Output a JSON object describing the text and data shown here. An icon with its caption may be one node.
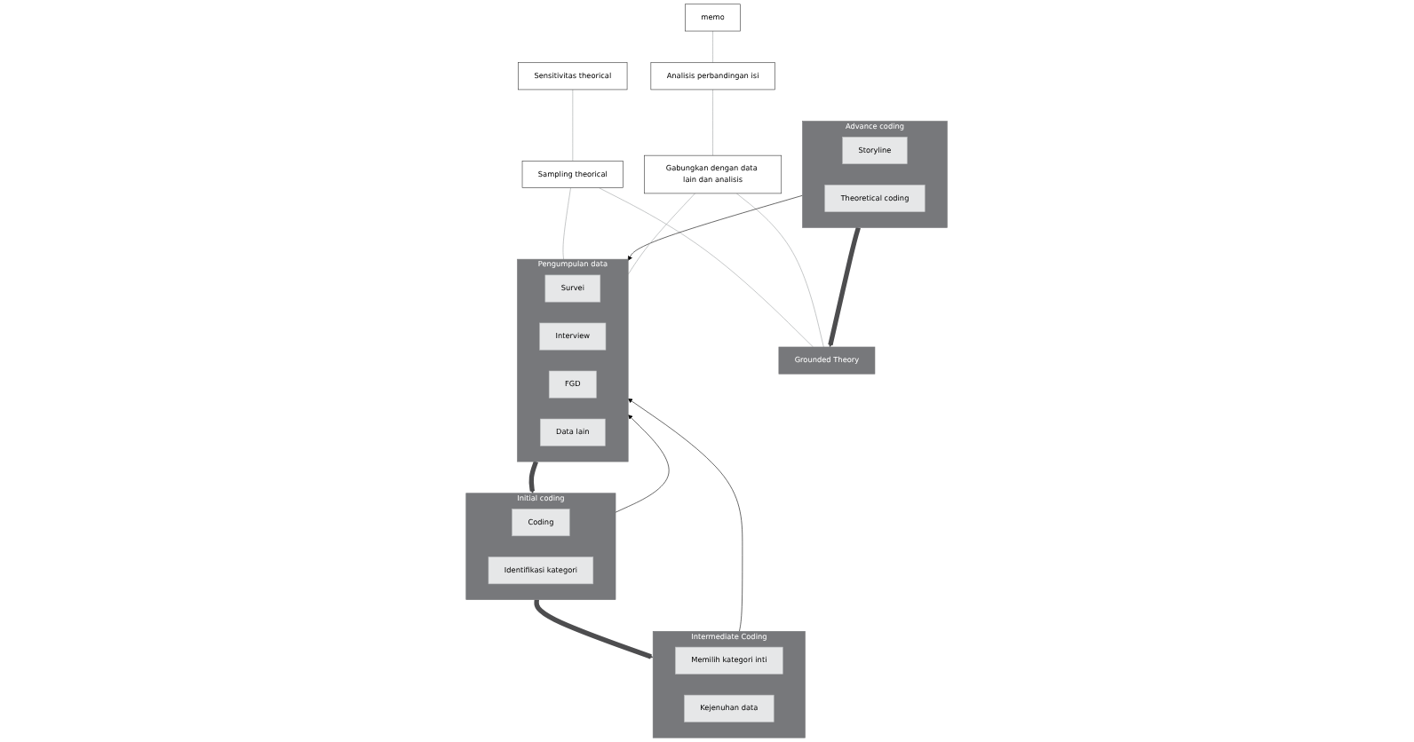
{
  "diagram": {
    "nodes": [
      {
        "text": [
          "Sensitivitas theorical"
        ]
      },
      {
        "text": [
          "Sampling theorical"
        ]
      },
      {
        "text": [
          "Pengumpulan data"
        ]
      },
      {
        "text": [
          "Survei"
        ],
        "in": 2
      },
      {
        "text": [
          "Interview"
        ],
        "in": 2
      },
      {
        "text": [
          "FGD"
        ],
        "in": 2
      },
      {
        "text": [
          "Data lain"
        ],
        "in": 2
      },
      {
        "text": [
          "Initial coding"
        ]
      },
      {
        "text": [
          "Coding"
        ],
        "in": 7
      },
      {
        "text": [
          "Identifikasi kategori"
        ],
        "in": 7
      },
      {
        "text": [
          "Intermediate Coding"
        ]
      },
      {
        "text": [
          "Memilih kategori inti"
        ],
        "in": 10
      },
      {
        "text": [
          "Kejenuhan data"
        ],
        "in": 10
      },
      {
        "text": [
          "Advance coding"
        ]
      },
      {
        "text": [
          "Storyline"
        ],
        "in": 13
      },
      {
        "text": [
          "Theoretical coding"
        ],
        "in": 13
      },
      {
        "text": [
          "Grounded Theory"
        ]
      },
      {
        "text": [
          "Gabungkan dengan data lain dan analisis"
        ]
      },
      {
        "text": [
          "Analisis perbandingan isi"
        ]
      },
      {
        "text": [
          "memo"
        ]
      }
    ],
    "edges": [
      {
        "from": 2,
        "to": 7,
        "arrow": "to",
        "style": "thick",
        "color": "#4d4d4f"
      },
      {
        "from": 7,
        "to": 10,
        "arrow": "to",
        "style": "thick",
        "color": "#4d4d4f"
      },
      {
        "from": 13,
        "to": 16,
        "arrow": "to",
        "style": "thick",
        "color": "#4d4d4f"
      },
      {
        "from": 0,
        "to": 1,
        "arrow": "none"
      },
      {
        "from": 1,
        "to": 2,
        "arrow": "none"
      },
      {
        "from": 1,
        "to": 16,
        "arrow": "none"
      },
      {
        "from": 7,
        "to": 2,
        "arrow": "to",
        "color": "#000000"
      },
      {
        "from": 10,
        "to": 2,
        "arrow": "to",
        "color": "#000000"
      },
      {
        "from": 13,
        "to": 2,
        "arrow": "to",
        "color": "#000000"
      },
      {
        "from": 17,
        "to": 2,
        "arrow": "none"
      },
      {
        "from": 17,
        "to": 16,
        "arrow": "none"
      },
      {
        "from": 18,
        "to": 17,
        "arrow": "none"
      },
      {
        "from": 19,
        "to": 18,
        "arrow": "none"
      }
    ]
  }
}
